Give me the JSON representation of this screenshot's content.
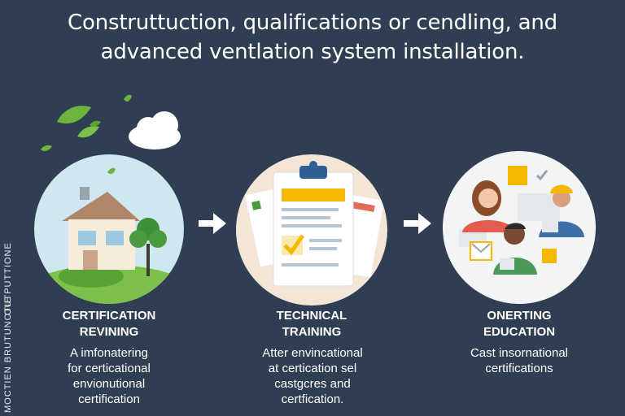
{
  "title": {
    "line1": "Construttuction, qualifications or cendling, and",
    "line2": "advanced ventlation system installation."
  },
  "side": {
    "top_text": "OUTPUTTIONE",
    "bottom_text": "MOCTIEN BRUTUNOTIE"
  },
  "stages": [
    {
      "label_line1": "CERTIFICATION",
      "label_line2": "REVINING",
      "desc_lines": [
        "A imfonatering",
        "for certicational",
        "envionutional",
        "certification"
      ]
    },
    {
      "label_line1": "TECHNICAL",
      "label_line2": "TRAINING",
      "desc_lines": [
        "Atter envincational",
        "at certication sel",
        "castgcres and",
        "certfication."
      ]
    },
    {
      "label_line1": "ONERTING",
      "label_line2": "EDUCATION",
      "desc_lines": [
        "Cast insornational",
        "certifications"
      ]
    }
  ],
  "colors": {
    "background": "#2f3e52",
    "accent_green": "#6db33f",
    "accent_yellow": "#f5b800",
    "circle1_bg": "#cfe7ef",
    "circle2_bg": "#f4e6d6",
    "circle3_bg": "#f3f4f6"
  }
}
